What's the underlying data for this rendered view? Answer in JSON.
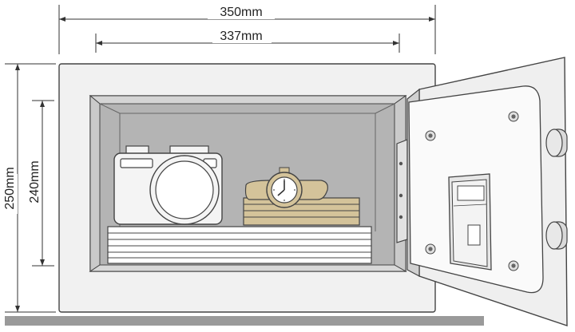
{
  "dimensions": {
    "outer_width": "350mm",
    "inner_width": "337mm",
    "outer_height": "250mm",
    "inner_height": "240mm"
  },
  "colors": {
    "interior": "#b4b4b4",
    "body": "#f1f1f1",
    "outline": "#444444",
    "gold": "#d4c39a",
    "floor": "#9a9a9a"
  },
  "icons": {
    "camera": "camera-icon",
    "watch": "wristwatch-icon",
    "lock": "keypad-lock-icon",
    "hinge": "hinge-icon"
  }
}
